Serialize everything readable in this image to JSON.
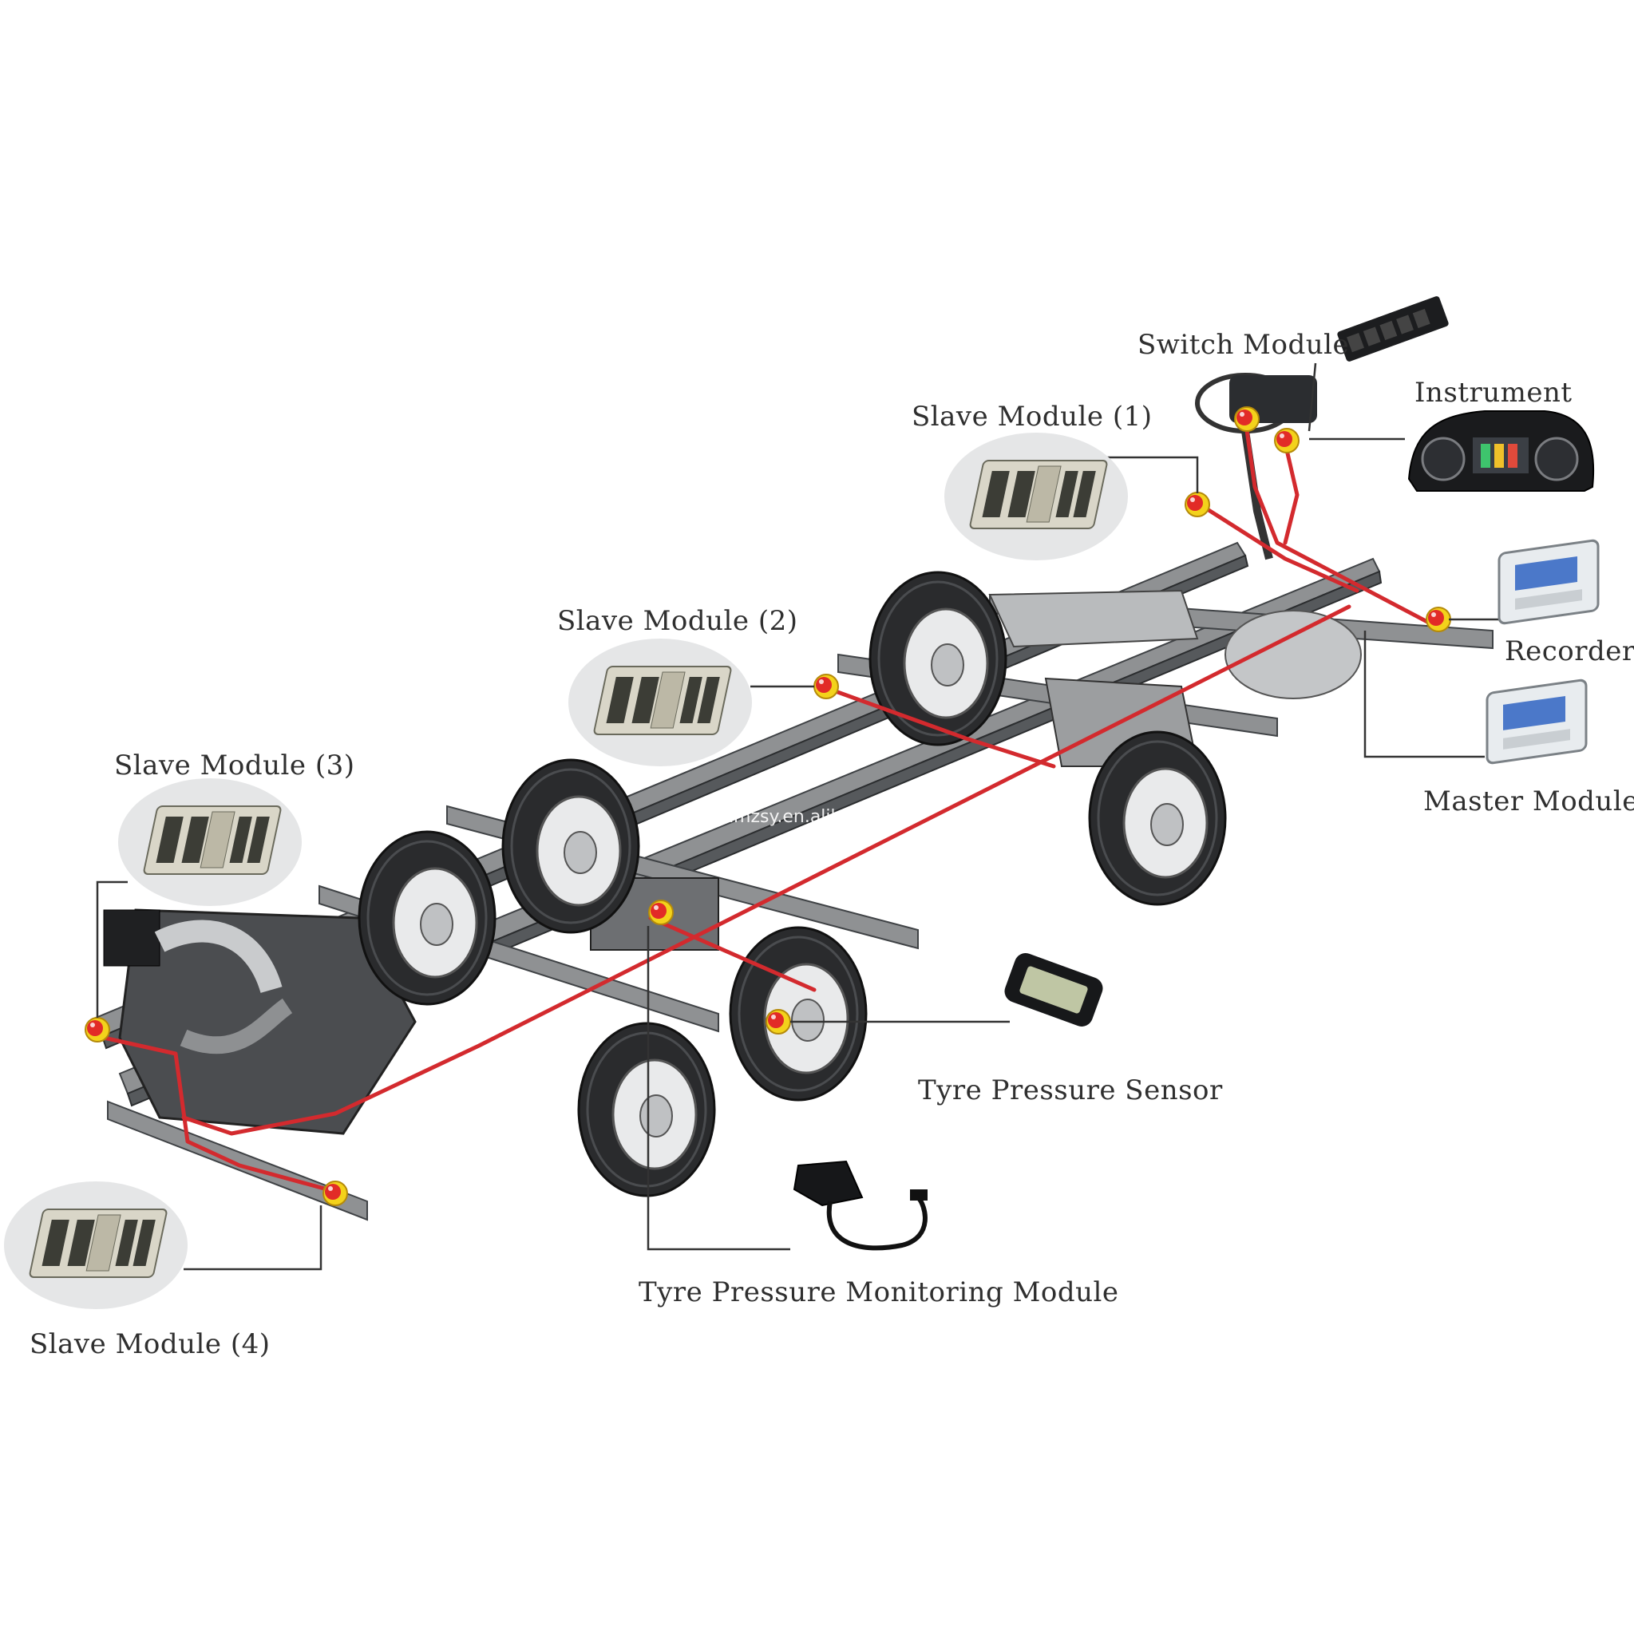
{
  "labels": {
    "switch_module": "Switch Module",
    "instrument": "Instrument",
    "slave_module_1": "Slave Module (1)",
    "slave_module_2": "Slave Module (2)",
    "slave_module_3": "Slave Module (3)",
    "slave_module_4": "Slave Module (4)",
    "recorder": "Recorder",
    "master_module": "Master Module",
    "tyre_pressure_sensor": "Tyre Pressure Sensor",
    "tyre_pressure_monitoring_module": "Tyre Pressure Monitoring Module"
  },
  "watermark": "cnmzsy.en.alibaba.com",
  "colors": {
    "bus_line": "#d32a2e",
    "node_ring": "#f3d21b",
    "node_core": "#e22b27",
    "chassis": "#8f9193",
    "leader_line": "#333333"
  }
}
